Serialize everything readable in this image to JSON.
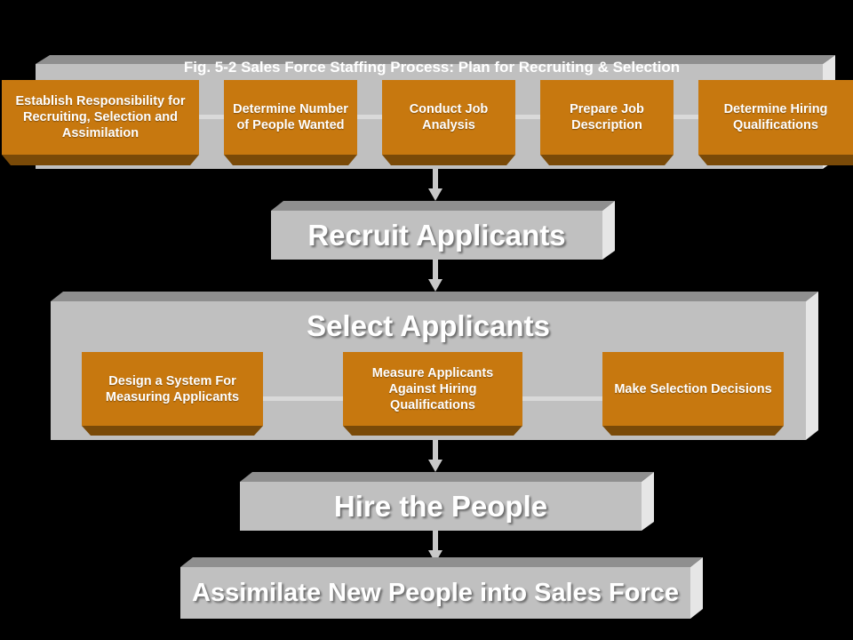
{
  "figure_title": "Fig. 5-2 Sales Force Staffing Process: Plan for Recruiting & Selection",
  "plan_steps": [
    "Establish Responsibility for Recruiting, Selection and Assimilation",
    "Determine Number of People Wanted",
    "Conduct Job Analysis",
    "Prepare Job Description",
    "Determine Hiring Qualifications"
  ],
  "recruit_label": "Recruit Applicants",
  "select_label": "Select Applicants",
  "select_steps": [
    "Design a System For Measuring Applicants",
    "Measure Applicants Against Hiring Qualifications",
    "Make Selection Decisions"
  ],
  "hire_label": "Hire the People",
  "assimilate_label": "Assimilate New People into Sales Force",
  "colors": {
    "background": "#000000",
    "panel_front": "#c0c0c0",
    "panel_top": "#8f8f8f",
    "panel_side": "#e6e6e6",
    "box_front": "#c7780f",
    "box_dark": "#7a4a08",
    "text": "#ffffff",
    "connector": "#d9d9d9"
  }
}
